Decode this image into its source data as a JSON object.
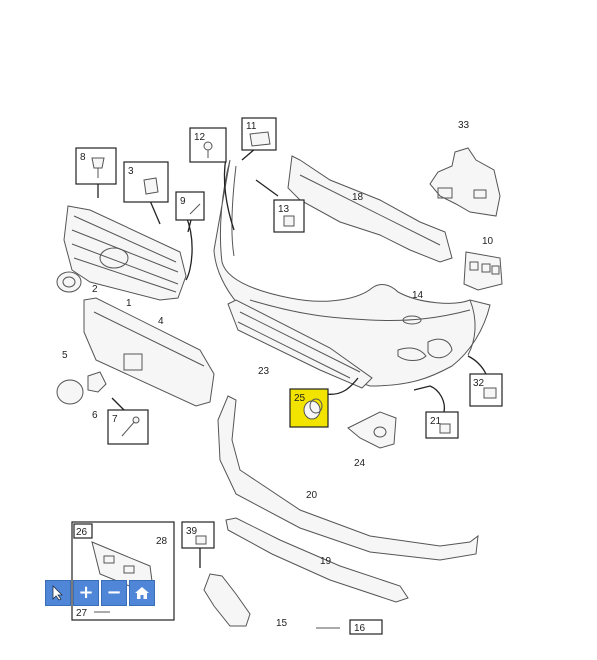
{
  "callouts": {
    "c1": "1",
    "c2": "2",
    "c3": "3",
    "c4": "4",
    "c5": "5",
    "c6": "6",
    "c7": "7",
    "c8": "8",
    "c9": "9",
    "c10": "10",
    "c11": "11",
    "c12": "12",
    "c13": "13",
    "c14": "14",
    "c15": "15",
    "c16": "16",
    "c18": "18",
    "c19": "19",
    "c20": "20",
    "c21": "21",
    "c23": "23",
    "c24": "24",
    "c25": "25",
    "c26": "26",
    "c27": "27",
    "c28": "28",
    "c32": "32",
    "c33": "33",
    "c39": "39"
  },
  "highlight_color": "#f3e400",
  "toolbar": {
    "cursor_icon": "cursor-icon",
    "zoom_in_icon": "plus-icon",
    "zoom_out_icon": "minus-icon",
    "home_icon": "home-icon",
    "zoom_in_glyph": "+",
    "zoom_out_glyph": "−"
  }
}
